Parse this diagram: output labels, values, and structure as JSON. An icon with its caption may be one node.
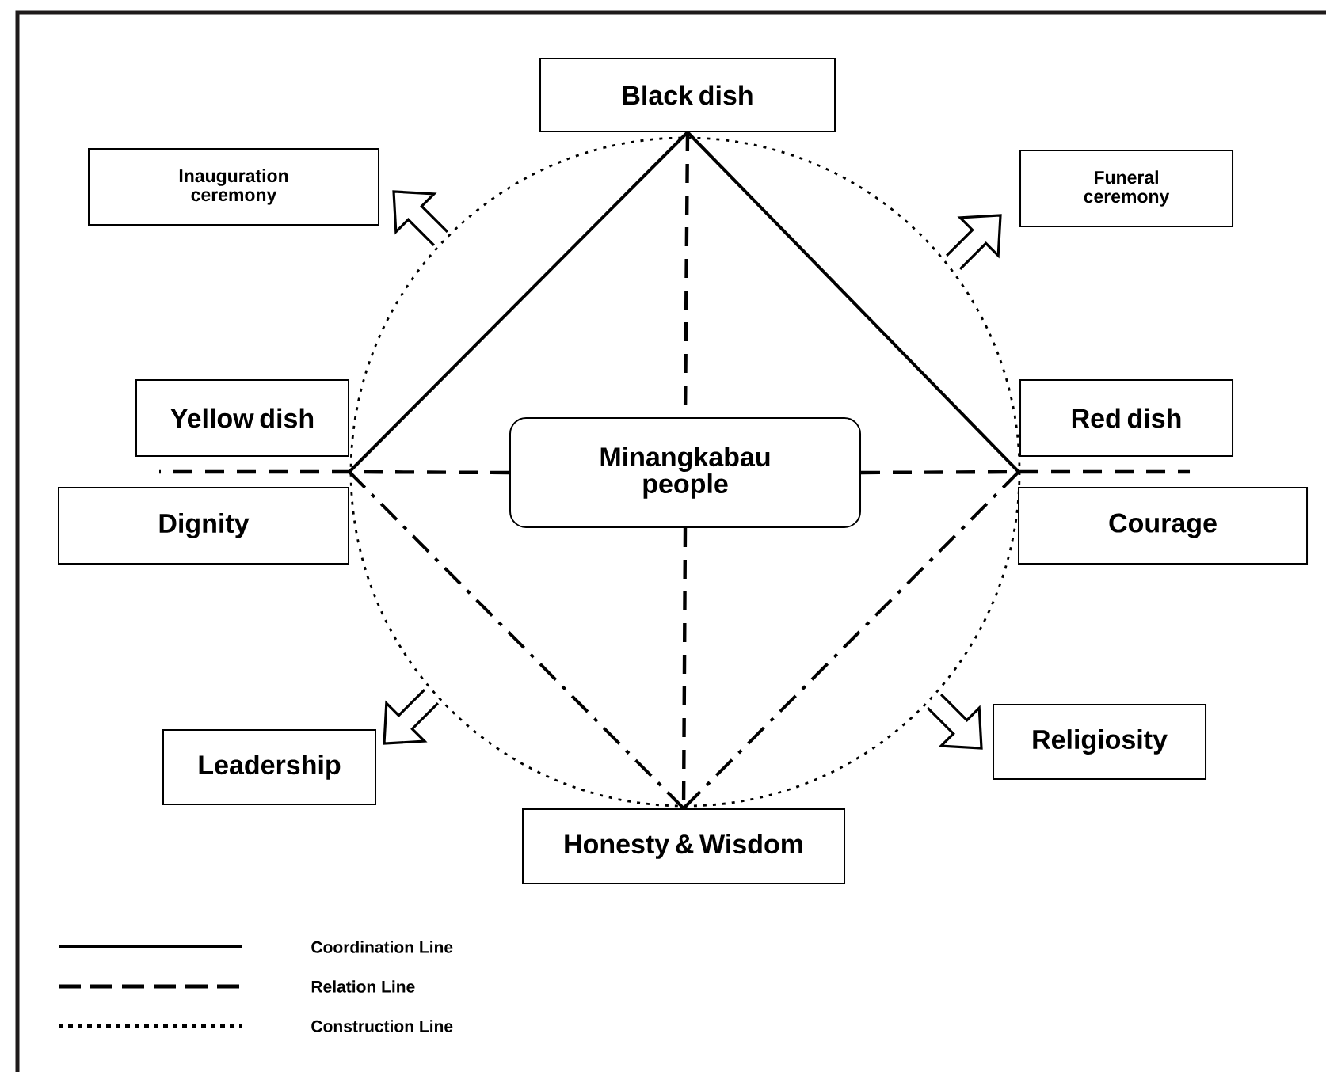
{
  "diagram": {
    "nodes": [
      {
        "text": [
          "Black dish"
        ]
      },
      {
        "text": [
          "Inauguration ceremony"
        ]
      },
      {
        "text": [
          "Funeral ceremony"
        ]
      },
      {
        "text": [
          "Yellow dish"
        ]
      },
      {
        "text": [
          "Red dish"
        ]
      },
      {
        "text": [
          "Minangkabau people"
        ]
      },
      {
        "text": [
          "Dignity"
        ]
      },
      {
        "text": [
          "Courage"
        ]
      },
      {
        "text": [
          "Leadership"
        ]
      },
      {
        "text": [
          "Religiosity"
        ]
      },
      {
        "text": [
          "Honesty & Wisdom"
        ]
      }
    ],
    "edges": [
      {
        "from": 0,
        "to": 3,
        "arrow": "none"
      },
      {
        "from": 0,
        "to": 4,
        "arrow": "none"
      },
      {
        "from": 0,
        "to": 5,
        "arrow": "none",
        "style": "dashed"
      },
      {
        "from": 5,
        "to": 10,
        "arrow": "none",
        "style": "dashed"
      },
      {
        "from": 5,
        "to": 3,
        "arrow": "none",
        "style": "dashed"
      },
      {
        "from": 5,
        "to": 4,
        "arrow": "none",
        "style": "dashed"
      },
      {
        "from": 6,
        "to": 10,
        "arrow": "none",
        "style": "dashed"
      },
      {
        "from": 7,
        "to": 10,
        "arrow": "none",
        "style": "dashed"
      },
      {
        "from": null,
        "to": 1,
        "arrow": "to"
      },
      {
        "from": null,
        "to": 2,
        "arrow": "to"
      },
      {
        "from": null,
        "to": 8,
        "arrow": "to"
      },
      {
        "from": null,
        "to": 9,
        "arrow": "to"
      }
    ],
    "legend": [
      {
        "text": "Coordination Line"
      },
      {
        "text": "Relation Line"
      },
      {
        "text": "Construction Line"
      }
    ]
  }
}
